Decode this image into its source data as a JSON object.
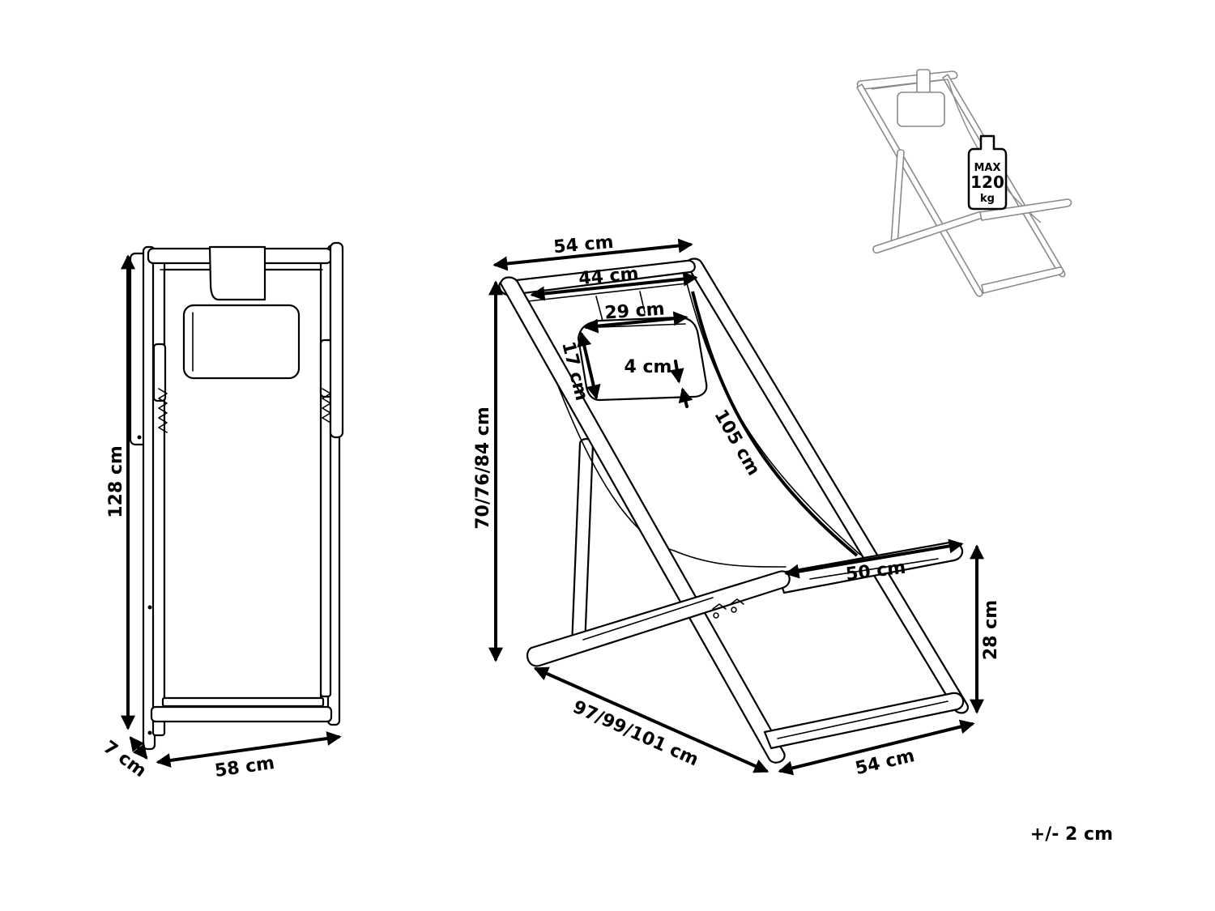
{
  "labels": {
    "folded_height": "128 cm",
    "folded_depth": "7 cm",
    "folded_width": "58 cm",
    "top_width": "54 cm",
    "inner_width": "44 cm",
    "pillow_width": "29 cm",
    "pillow_height": "17 cm",
    "pillow_thickness": "4 cm",
    "fabric_length": "105 cm",
    "height_positions": "70/76/84 cm",
    "armrest_length": "50 cm",
    "seat_height": "28 cm",
    "depth_positions": "97/99/101 cm",
    "base_width": "54 cm",
    "tolerance": "+/- 2 cm"
  },
  "weight_badge": {
    "line1": "MAX",
    "line2": "120",
    "line3": "kg"
  },
  "colors": {
    "outline": "#000000",
    "thumbnail": "#8a8a8a",
    "background": "#ffffff"
  },
  "icons": [
    "weight-icon"
  ]
}
